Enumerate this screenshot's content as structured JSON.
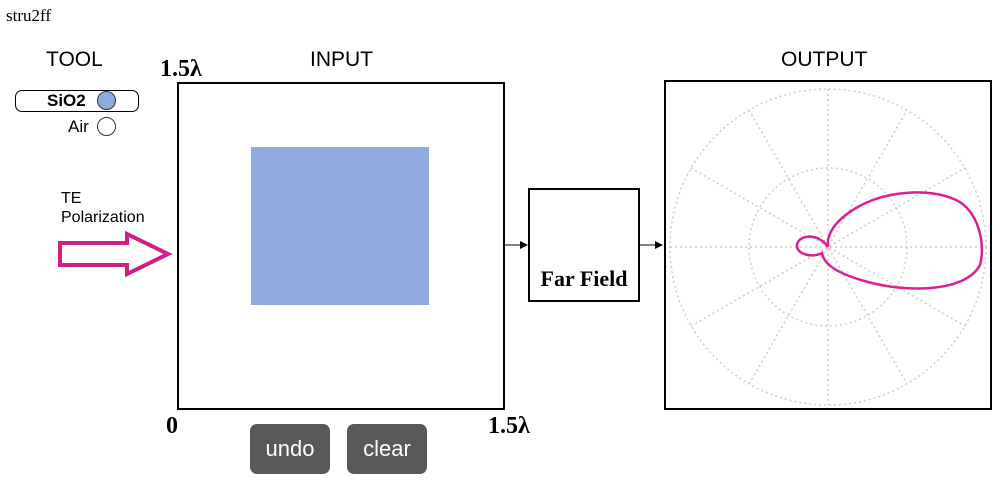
{
  "app": {
    "title": "stru2ff"
  },
  "tool": {
    "header": "TOOL",
    "options": [
      {
        "label": "SiO2",
        "color": "#8faadc",
        "selected": true
      },
      {
        "label": "Air",
        "color": "#ffffff",
        "selected": false
      }
    ]
  },
  "source": {
    "line1": "TE",
    "line2": "Polarization",
    "arrow_color": "#cc2288"
  },
  "input": {
    "header": "INPUT",
    "axis_max_y": "1.5λ",
    "axis_origin": "0",
    "axis_max_x": "1.5λ"
  },
  "buttons": {
    "undo": "undo",
    "clear": "clear"
  },
  "farfield": {
    "label": "Far Field"
  },
  "output": {
    "header": "OUTPUT",
    "pattern_color": "#dd1f8f"
  }
}
